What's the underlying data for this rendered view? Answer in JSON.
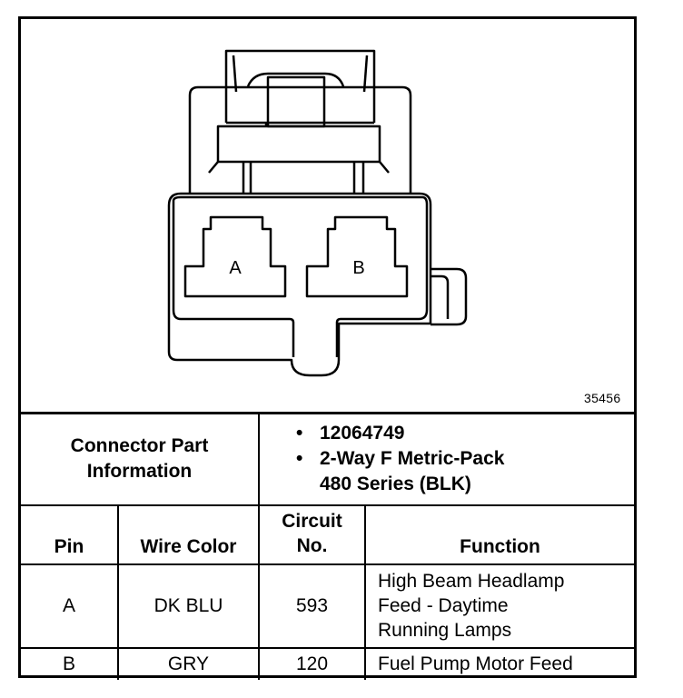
{
  "figure": {
    "number": "35456",
    "cavities": [
      "A",
      "B"
    ]
  },
  "connector_info": {
    "label_line1": "Connector Part",
    "label_line2": "Information",
    "bullet_symbol": "•",
    "part_number": "12064749",
    "description_line1": "2-Way F Metric-Pack",
    "description_line2": "480 Series (BLK)"
  },
  "headers": {
    "pin": "Pin",
    "wire_color": "Wire Color",
    "circuit_line1": "Circuit",
    "circuit_line2": "No.",
    "function": "Function"
  },
  "rows": [
    {
      "pin": "A",
      "wire_color": "DK BLU",
      "circuit": "593",
      "function_lines": [
        "High Beam Headlamp",
        "Feed - Daytime",
        "Running Lamps"
      ]
    },
    {
      "pin": "B",
      "wire_color": "GRY",
      "circuit": "120",
      "function_lines": [
        "Fuel Pump Motor Feed"
      ]
    }
  ]
}
